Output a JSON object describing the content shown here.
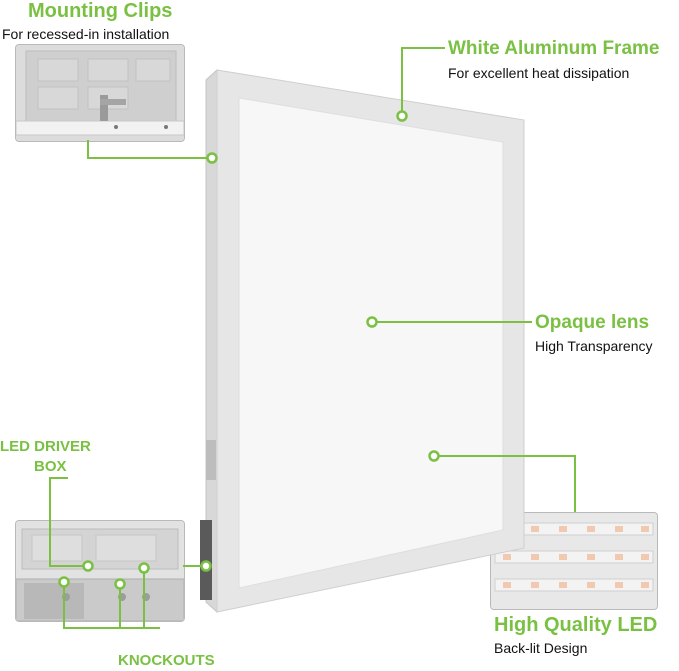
{
  "colors": {
    "accent": "#7ac143",
    "frame": "#e6e6e6",
    "lens": "#f7f7f7"
  },
  "callouts": {
    "mounting_clips": {
      "title": "Mounting Clips",
      "subtitle": "For recessed-in installation"
    },
    "frame": {
      "title": "White Aluminum Frame",
      "subtitle": "For excellent heat dissipation"
    },
    "lens": {
      "title": "Opaque lens",
      "subtitle": "High Transparency"
    },
    "led_driver": {
      "title_line1": "LED DRIVER",
      "title_line2": "BOX"
    },
    "led": {
      "title": "High Quality LED",
      "subtitle": "Back-lit Design"
    },
    "knockouts": {
      "title": "KNOCKOUTS"
    }
  }
}
